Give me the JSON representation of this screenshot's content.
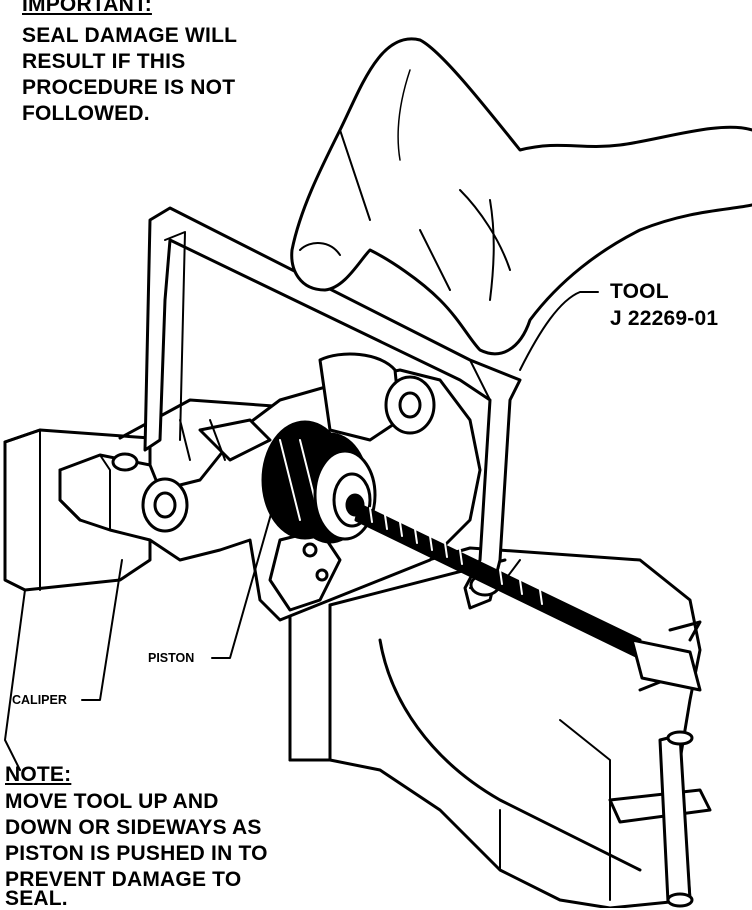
{
  "important": {
    "heading": "IMPORTANT:",
    "lines": [
      "SEAL DAMAGE WILL",
      "RESULT IF THIS",
      "PROCEDURE IS NOT",
      "FOLLOWED."
    ]
  },
  "note": {
    "heading": "NOTE:",
    "lines": [
      "MOVE TOOL UP AND",
      "DOWN OR SIDEWAYS AS",
      "PISTON IS PUSHED IN TO",
      "PREVENT DAMAGE TO",
      "SEAL."
    ]
  },
  "labels": {
    "tool_line1": "TOOL",
    "tool_line2": "J 22269-01",
    "piston": "PISTON",
    "caliper": "CALIPER"
  },
  "colors": {
    "ink": "#000000",
    "paper": "#ffffff"
  }
}
